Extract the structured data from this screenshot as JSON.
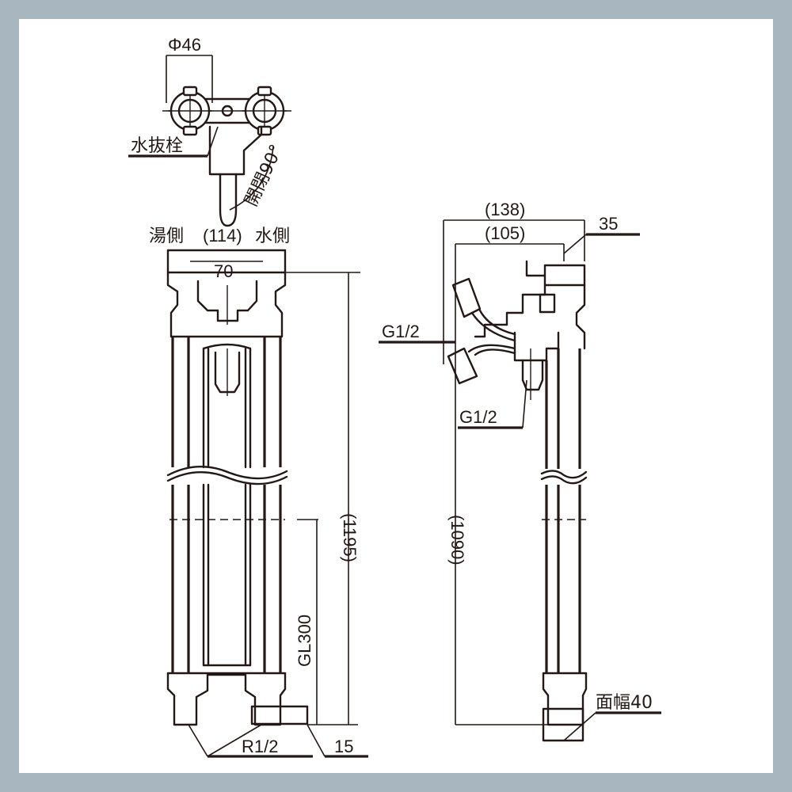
{
  "background_color": "#a8b6bf",
  "line_color": "#231815",
  "front_view": {
    "handle_diameter": "Φ46",
    "drain_plug_label": "水抜栓",
    "open_close_label": "開閉90°",
    "hot_side_label": "湯側",
    "width_total": "(114)",
    "cold_side_label": "水側",
    "inner_width": "70",
    "height_total": "(1195)",
    "ground_level_depth": "GL300",
    "thread_bottom": "R1/2",
    "bottom_offset": "15"
  },
  "side_view": {
    "depth_total": "(138)",
    "depth_inner": "(105)",
    "top_width": "35",
    "outlet_thread_upper": "G1/2",
    "outlet_thread_lower": "G1/2",
    "height": "(1090)",
    "face_width": "面幅40"
  }
}
